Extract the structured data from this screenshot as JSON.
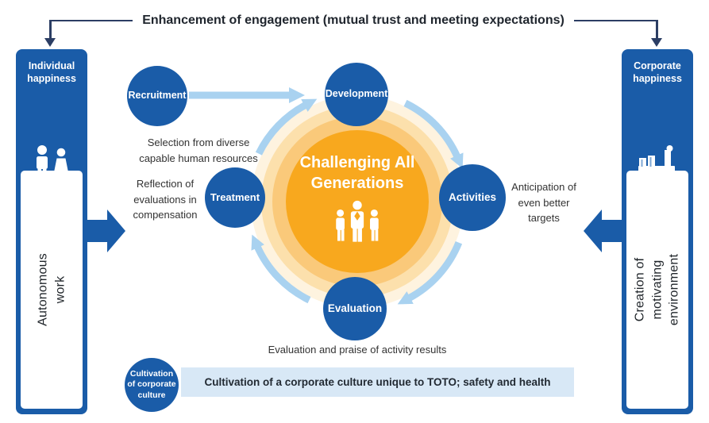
{
  "title": {
    "text": "Enhancement of engagement (mutual trust and meeting expectations)"
  },
  "left_panel": {
    "header": "Individual happiness",
    "body": "Autonomous work",
    "icon": "man-woman-icon"
  },
  "right_panel": {
    "header": "Corporate happiness",
    "body": [
      "Creation of motivating",
      "environment"
    ],
    "icon": "factory-icon"
  },
  "center": {
    "title": [
      "Challenging All",
      "Generations"
    ],
    "icon": "three-people-icon"
  },
  "nodes": [
    {
      "id": "recruitment",
      "label": "Recruitment"
    },
    {
      "id": "development",
      "label": "Development"
    },
    {
      "id": "activities",
      "label": "Activities"
    },
    {
      "id": "evaluation",
      "label": "Evaluation"
    },
    {
      "id": "treatment",
      "label": "Treatment"
    },
    {
      "id": "culture",
      "label": [
        "Cultivation",
        "of corporate",
        "culture"
      ]
    }
  ],
  "annotations": {
    "recruitment_note": [
      "Selection from diverse",
      "capable human resources"
    ],
    "treatment_note": [
      "Reflection of",
      "evaluations in",
      "compensation"
    ],
    "activities_note": [
      "Anticipation of",
      "even better",
      "targets"
    ],
    "evaluation_note": "Evaluation and praise of activity results"
  },
  "banner": {
    "text": "Cultivation of a corporate culture unique to TOTO; safety and health"
  },
  "colors": {
    "brand_blue": "#1A5CA8",
    "accent_orange": "#F8A81E",
    "halo_orange_1": "#FAC97A",
    "halo_orange_2": "#FCE0AC",
    "halo_orange_3": "#FEF3DF",
    "arrow_light_blue": "#A9D2F0",
    "connector_navy": "#2C3E64",
    "banner_bg": "#D8E8F6"
  }
}
